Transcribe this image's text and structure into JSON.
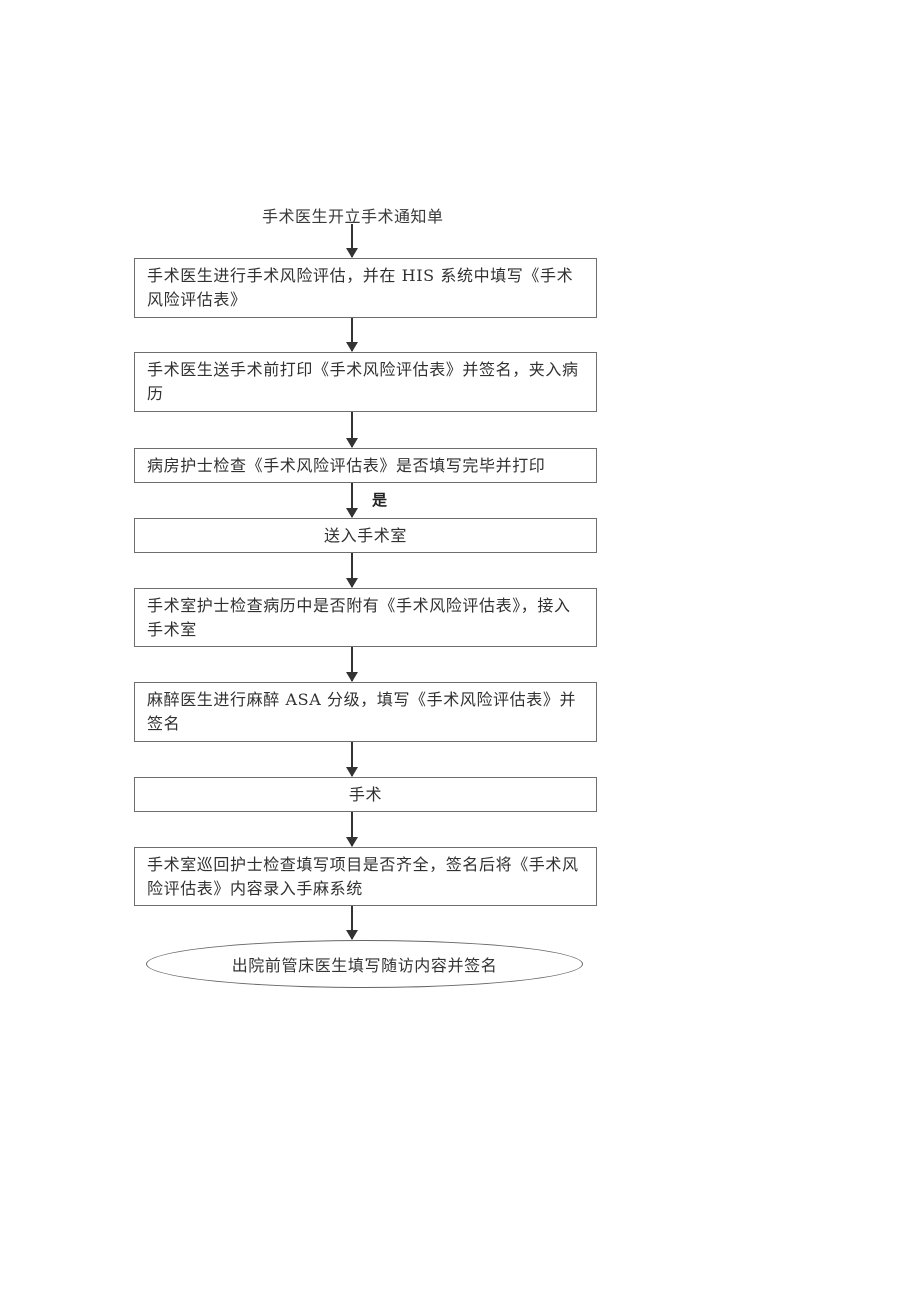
{
  "flowchart": {
    "start": "手术医生开立手术通知单",
    "steps": [
      {
        "text": "手术医生进行手术风险评估，并在 HIS 系统中填写《手术风险评估表》"
      },
      {
        "text": "手术医生送手术前打印《手术风险评估表》并签名，夹入病历"
      },
      {
        "text": "病房护士检查《手术风险评估表》是否填写完毕并打印"
      },
      {
        "text": "送入手术室"
      },
      {
        "text": "手术室护士检查病历中是否附有《手术风险评估表》，接入手术室"
      },
      {
        "text": "麻醉医生进行麻醉 ASA 分级，填写《手术风险评估表》并签名"
      },
      {
        "text": "手术"
      },
      {
        "text": "手术室巡回护士检查填写项目是否齐全，签名后将《手术风险评估表》内容录入手麻系统"
      }
    ],
    "decision_label": "是",
    "end": "出院前管床医生填写随访内容并签名"
  }
}
